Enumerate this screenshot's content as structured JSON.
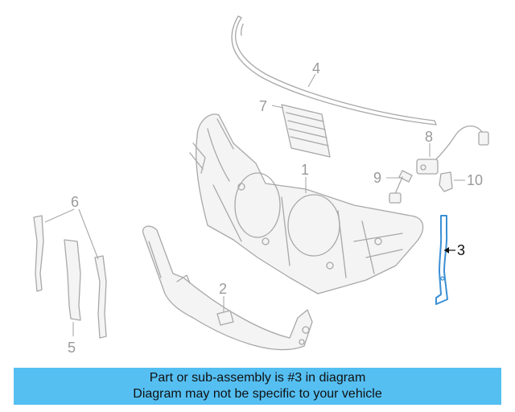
{
  "diagram": {
    "highlight_color": "#3a8fd4",
    "callouts": {
      "c1": "1",
      "c2": "2",
      "c3": "3",
      "c4": "4",
      "c5": "5",
      "c6": "6",
      "c7": "7",
      "c8": "8",
      "c9": "9",
      "c10": "10"
    }
  },
  "banner": {
    "line1": "Part or sub-assembly is #3 in diagram",
    "line2": "Diagram may not be specific to your vehicle",
    "background": "#55bff2"
  }
}
